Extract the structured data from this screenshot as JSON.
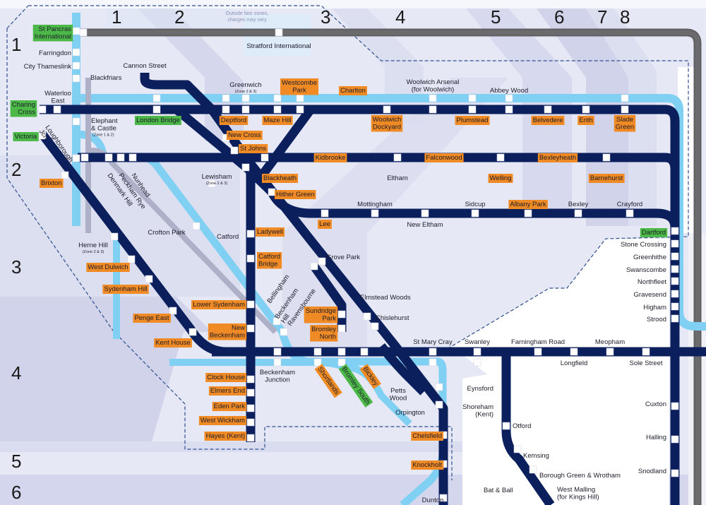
{
  "map": {
    "note_line1": "Outside fare zones,",
    "note_line2": "charges may vary",
    "zones_top": [
      "1",
      "2",
      "3",
      "4",
      "5",
      "6",
      "7",
      "8"
    ],
    "zones_left": [
      "1",
      "2",
      "3",
      "4",
      "5",
      "6"
    ],
    "colors": {
      "navy_line": "#0b1f5c",
      "light_blue_line": "#7fd0f2",
      "hs1_line": "#5f5f62",
      "orange_box": "#f08a24",
      "green_box": "#4cb848",
      "zone_bg": "#e6e8f5"
    }
  },
  "stations": [
    {
      "name": "St Pancras International",
      "type": "green"
    },
    {
      "name": "Farringdon",
      "type": "plain"
    },
    {
      "name": "City Thameslink",
      "type": "plain"
    },
    {
      "name": "Blackfriars",
      "type": "plain"
    },
    {
      "name": "Cannon Street",
      "type": "plain"
    },
    {
      "name": "Waterloo East",
      "type": "plain"
    },
    {
      "name": "Charing Cross",
      "type": "green"
    },
    {
      "name": "Victoria",
      "type": "green"
    },
    {
      "name": "Elephant & Castle",
      "sub": "(Zone 1 & 2)",
      "type": "plain"
    },
    {
      "name": "Loughborough Jcn",
      "type": "plain"
    },
    {
      "name": "Brixton",
      "type": "orange"
    },
    {
      "name": "Denmark Hill",
      "type": "plain"
    },
    {
      "name": "Peckham Rye",
      "type": "plain"
    },
    {
      "name": "Nunhead",
      "type": "plain"
    },
    {
      "name": "London Bridge",
      "type": "green"
    },
    {
      "name": "Greenwich",
      "sub": "(Zone 2 & 3)",
      "type": "plain"
    },
    {
      "name": "Deptford",
      "type": "orange"
    },
    {
      "name": "Maze Hill",
      "type": "orange"
    },
    {
      "name": "New Cross",
      "type": "orange"
    },
    {
      "name": "St Johns",
      "type": "orange"
    },
    {
      "name": "Lewisham",
      "sub": "(Zone 2 & 3)",
      "type": "plain"
    },
    {
      "name": "Westcombe Park",
      "type": "orange"
    },
    {
      "name": "Charlton",
      "type": "orange"
    },
    {
      "name": "Stratford International",
      "type": "plain"
    },
    {
      "name": "Kidbrooke",
      "type": "orange"
    },
    {
      "name": "Blackheath",
      "type": "orange"
    },
    {
      "name": "Hither Green",
      "type": "orange"
    },
    {
      "name": "Woolwich Arsenal (for Woolwich)",
      "type": "plain"
    },
    {
      "name": "Abbey Wood",
      "type": "plain"
    },
    {
      "name": "Woolwich Dockyard",
      "type": "orange"
    },
    {
      "name": "Plumstead",
      "type": "orange"
    },
    {
      "name": "Belvedere",
      "type": "orange"
    },
    {
      "name": "Erith",
      "type": "orange"
    },
    {
      "name": "Slade Green",
      "type": "orange"
    },
    {
      "name": "Eltham",
      "type": "plain"
    },
    {
      "name": "Falconwood",
      "type": "orange"
    },
    {
      "name": "Welling",
      "type": "orange"
    },
    {
      "name": "Bexleyheath",
      "type": "orange"
    },
    {
      "name": "Barnehurst",
      "type": "orange"
    },
    {
      "name": "Mottingham",
      "type": "plain"
    },
    {
      "name": "New Eltham",
      "type": "plain"
    },
    {
      "name": "Sidcup",
      "type": "plain"
    },
    {
      "name": "Albany Park",
      "type": "orange"
    },
    {
      "name": "Bexley",
      "type": "plain"
    },
    {
      "name": "Crayford",
      "type": "plain"
    },
    {
      "name": "Lee",
      "type": "orange"
    },
    {
      "name": "Dartford",
      "type": "green"
    },
    {
      "name": "Crofton Park",
      "type": "plain"
    },
    {
      "name": "Catford",
      "type": "plain"
    },
    {
      "name": "Ladywell",
      "type": "orange"
    },
    {
      "name": "Catford Bridge",
      "type": "orange"
    },
    {
      "name": "Herne Hill",
      "sub": "(Zone 2 & 3)",
      "type": "plain"
    },
    {
      "name": "West Dulwich",
      "type": "orange"
    },
    {
      "name": "Sydenham Hill",
      "type": "orange"
    },
    {
      "name": "Lower Sydenham",
      "type": "orange"
    },
    {
      "name": "Penge East",
      "type": "orange"
    },
    {
      "name": "New Beckenham",
      "type": "orange"
    },
    {
      "name": "Kent House",
      "type": "orange"
    },
    {
      "name": "Bellingham",
      "type": "plain"
    },
    {
      "name": "Beckenham Hill",
      "type": "plain"
    },
    {
      "name": "Ravensbourne",
      "type": "plain"
    },
    {
      "name": "Grove Park",
      "type": "plain"
    },
    {
      "name": "Sundridge Park",
      "type": "orange"
    },
    {
      "name": "Bromley North",
      "type": "orange"
    },
    {
      "name": "Elmstead Woods",
      "type": "plain"
    },
    {
      "name": "Chislehurst",
      "type": "plain"
    },
    {
      "name": "Beckenham Junction",
      "type": "plain"
    },
    {
      "name": "Clock House",
      "type": "orange"
    },
    {
      "name": "Elmers End",
      "type": "orange"
    },
    {
      "name": "Eden Park",
      "type": "orange"
    },
    {
      "name": "West Wickham",
      "type": "orange"
    },
    {
      "name": "Hayes (Kent)",
      "type": "orange"
    },
    {
      "name": "Shortlands",
      "type": "orange"
    },
    {
      "name": "Bromley South",
      "type": "green"
    },
    {
      "name": "Bickley",
      "type": "orange"
    },
    {
      "name": "St Mary Cray",
      "type": "plain"
    },
    {
      "name": "Swanley",
      "type": "plain"
    },
    {
      "name": "Farningham Road",
      "type": "plain"
    },
    {
      "name": "Meopham",
      "type": "plain"
    },
    {
      "name": "Longfield",
      "type": "plain"
    },
    {
      "name": "Sole Street",
      "type": "plain"
    },
    {
      "name": "Petts Wood",
      "type": "plain"
    },
    {
      "name": "Orpington",
      "type": "plain"
    },
    {
      "name": "Chelsfield",
      "type": "orange"
    },
    {
      "name": "Knockholt",
      "type": "orange"
    },
    {
      "name": "Dunton",
      "type": "plain"
    },
    {
      "name": "Eynsford",
      "type": "plain"
    },
    {
      "name": "Shoreham (Kent)",
      "type": "plain"
    },
    {
      "name": "Otford",
      "type": "plain"
    },
    {
      "name": "Kemsing",
      "type": "plain"
    },
    {
      "name": "Borough Green & Wrotham",
      "type": "plain"
    },
    {
      "name": "West Malling (for Kings Hill)",
      "type": "plain"
    },
    {
      "name": "Bat & Ball",
      "type": "plain"
    },
    {
      "name": "Stone Crossing",
      "type": "plain"
    },
    {
      "name": "Greenhithe",
      "type": "plain"
    },
    {
      "name": "Swanscombe",
      "type": "plain"
    },
    {
      "name": "Northfleet",
      "type": "plain"
    },
    {
      "name": "Gravesend",
      "type": "plain"
    },
    {
      "name": "Higham",
      "type": "plain"
    },
    {
      "name": "Strood",
      "type": "plain"
    },
    {
      "name": "Cuxton",
      "type": "plain"
    },
    {
      "name": "Halling",
      "type": "plain"
    },
    {
      "name": "Snodland",
      "type": "plain"
    }
  ]
}
